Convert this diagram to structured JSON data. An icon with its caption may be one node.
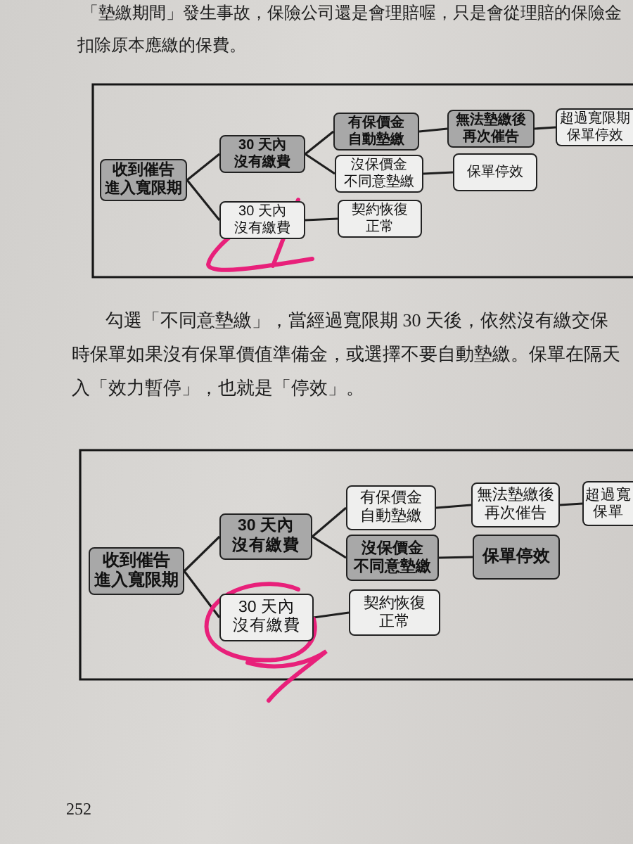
{
  "diagram": {
    "nodes": [
      {
        "text": [
          "收到催告進入寬限期"
        ]
      },
      {
        "text": [
          "30 天內沒有繳費"
        ]
      },
      {
        "text": [
          "30 天內沒有繳費"
        ]
      },
      {
        "text": [
          "有保價金自動墊繳"
        ]
      },
      {
        "text": [
          "沒保價金不同意墊繳"
        ]
      },
      {
        "text": [
          "契約恢復正常"
        ]
      },
      {
        "text": [
          "無法墊繳後再次催告"
        ]
      },
      {
        "text": [
          "保單停效"
        ]
      },
      {
        "text": [
          "超過寬限期保單停效"
        ]
      },
      {
        "text": [
          "收到催告進入寬限期"
        ]
      },
      {
        "text": [
          "30 天內沒有繳費"
        ]
      },
      {
        "text": [
          "30 天內沒有繳費"
        ]
      },
      {
        "text": [
          "有保價金自動墊繳"
        ]
      },
      {
        "text": [
          "沒保價金不同意墊繳"
        ]
      },
      {
        "text": [
          "契約恢復正常"
        ]
      },
      {
        "text": [
          "無法墊繳後再次催告"
        ]
      },
      {
        "text": [
          "保單停效"
        ]
      },
      {
        "text": [
          "超過寬保單"
        ]
      }
    ],
    "edges": [
      {
        "from": 0,
        "to": 1,
        "arrow": "none"
      },
      {
        "from": 0,
        "to": 2,
        "arrow": "none"
      },
      {
        "from": 1,
        "to": 3,
        "arrow": "none"
      },
      {
        "from": 1,
        "to": 4,
        "arrow": "none"
      },
      {
        "from": 3,
        "to": 6,
        "arrow": "none"
      },
      {
        "from": 6,
        "to": 8,
        "arrow": "none"
      },
      {
        "from": 4,
        "to": 7,
        "arrow": "none"
      },
      {
        "from": 2,
        "to": 5,
        "arrow": "none"
      },
      {
        "from": 9,
        "to": 10,
        "arrow": "none"
      },
      {
        "from": 9,
        "to": 11,
        "arrow": "none"
      },
      {
        "from": 10,
        "to": 12,
        "arrow": "none"
      },
      {
        "from": 10,
        "to": 13,
        "arrow": "none"
      },
      {
        "from": 12,
        "to": 15,
        "arrow": "none"
      },
      {
        "from": 15,
        "to": 17,
        "arrow": "none"
      },
      {
        "from": 13,
        "to": 16,
        "arrow": "none"
      },
      {
        "from": 11,
        "to": 14,
        "arrow": "none"
      }
    ],
    "labels": [
      "「墊繳期間」發生事故，保險公司還是會理賠喔，只是會從理賠的保險金",
      "扣除原本應繳的保費。",
      "勾選「不同意墊繳」，當經過寬限期 30 天後，依然沒有繳交保",
      "時保單如果沒有保單價值準備金，或選擇不要自動墊繳。保單在隔天",
      "入「效力暫停」，也就是「停效」。",
      "252"
    ]
  }
}
